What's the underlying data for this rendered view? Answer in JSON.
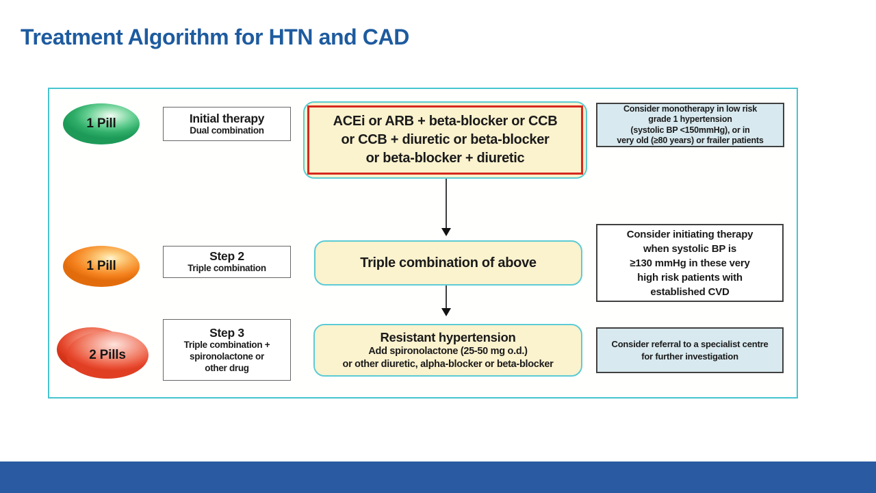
{
  "title": "Treatment Algorithm for HTN and CAD",
  "colors": {
    "title_blue": "#1E5B9F",
    "footer_blue": "#2A5AA1",
    "container_border": "#45C5CF",
    "action_bg": "#FBF2CE",
    "action_border": "#5BCBD4",
    "highlight_red": "#D6281E",
    "note_blue_bg": "#D8E9EF",
    "note_border": "#404040",
    "step_border": "#666666",
    "ink": "#1A1A1A",
    "pill_green": "#2FAE69",
    "pill_orange": "#F5831F",
    "pill_red": "#E94F35"
  },
  "rows": [
    {
      "pill": {
        "label": "1 Pill",
        "color_name": "green"
      },
      "step": {
        "title": "Initial therapy",
        "lines": [
          "Dual combination"
        ]
      },
      "action": {
        "highlighted": true,
        "lines": [
          "ACEi or ARB + beta-blocker or CCB",
          "or CCB + diuretic or beta-blocker",
          "or beta-blocker + diuretic"
        ]
      },
      "note": {
        "style": "blue",
        "lines": [
          "Consider monotherapy in low risk",
          "grade 1 hypertension",
          "(systolic BP <150mmHg), or in",
          "very old (≥80 years) or frailer patients"
        ]
      }
    },
    {
      "pill": {
        "label": "1 Pill",
        "color_name": "orange"
      },
      "step": {
        "title": "Step 2",
        "lines": [
          "Triple combination"
        ]
      },
      "action": {
        "highlighted": false,
        "lines": [
          "Triple combination of above"
        ]
      },
      "note": {
        "style": "white",
        "lines": [
          "Consider initiating therapy",
          "when systolic BP is",
          "≥130 mmHg in these very",
          "high risk patients with",
          "established CVD"
        ]
      }
    },
    {
      "pill": {
        "label": "2 Pills",
        "color_name": "red"
      },
      "step": {
        "title": "Step 3",
        "lines": [
          "Triple combination +",
          "spironolactone or",
          "other drug"
        ]
      },
      "action": {
        "highlighted": false,
        "title": "Resistant hypertension",
        "lines": [
          "Add spironolactone (25-50 mg o.d.)",
          "or other diuretic, alpha-blocker or beta-blocker"
        ]
      },
      "note": {
        "style": "blue",
        "lines": [
          "Consider referral to a specialist centre",
          "for further investigation"
        ]
      }
    }
  ]
}
